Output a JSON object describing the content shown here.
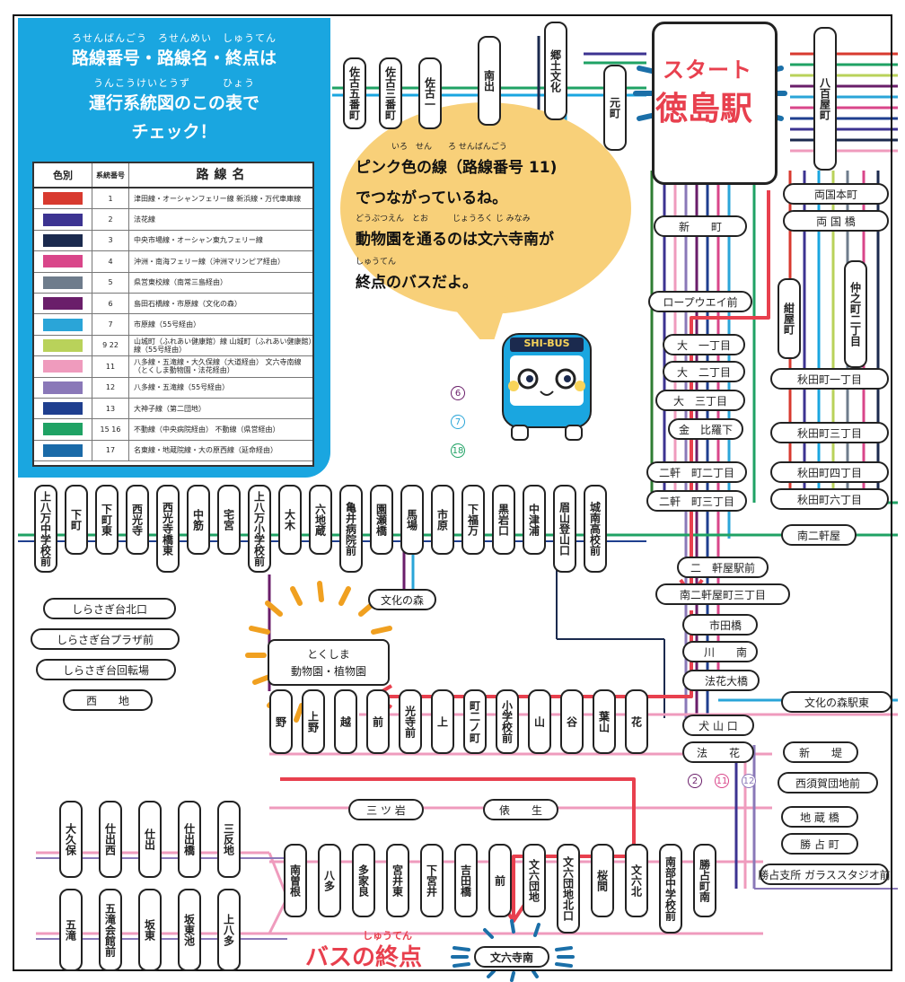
{
  "info_box": {
    "ruby1": "ろせんばんごう　ろせんめい　しゅうてん",
    "line1": "路線番号・路線名・終点は",
    "ruby2": "うんこうけいとうず　　　ひょう",
    "line2": "運行系統図のこの表で",
    "line3": "チェック！"
  },
  "legend": {
    "headers": {
      "color": "色別",
      "number": "系統番号",
      "name": "路線名"
    },
    "rows": [
      {
        "color": "#d83a2f",
        "number": "1",
        "name": "津田線・オーシャンフェリー線 新浜線・万代車庫線"
      },
      {
        "color": "#3c3391",
        "number": "2",
        "name": "法花線"
      },
      {
        "color": "#1b2a4e",
        "number": "3",
        "name": "中央市場線・オーシャン東九フェリー線"
      },
      {
        "color": "#d9468a",
        "number": "4",
        "name": "沖洲・南海フェリー線（沖洲マリンピア経由）"
      },
      {
        "color": "#6e7c8c",
        "number": "5",
        "name": "県営東校線（南常三島経由）"
      },
      {
        "color": "#6a1e6a",
        "number": "6",
        "name": "島田石橋線・市原線（文化の森）"
      },
      {
        "color": "#2aa5d8",
        "number": "7",
        "name": "市原線（55号経由）"
      },
      {
        "color": "#b9d25a",
        "number": "9 22",
        "name": "山城町（ふれあい健康館）線 山城町（ふれあい健康館）線（55号経由）"
      },
      {
        "color": "#ef9bbd",
        "number": "11",
        "name": "八多線・五滝線・大久保線（大道経由） 文六寺南線（とくしま動物園・法花経由）"
      },
      {
        "color": "#8a78b8",
        "number": "12",
        "name": "八多線・五滝線（55号経由）"
      },
      {
        "color": "#1f3f8f",
        "number": "13",
        "name": "大神子線（第二団地）"
      },
      {
        "color": "#1fa264",
        "number": "15 16",
        "name": "不動線（中央病院経由） 不動線（県営経由）"
      },
      {
        "color": "#1a6aa8",
        "number": "17",
        "name": "名東線・地蔵院線・大の原西線（延命経由）"
      }
    ]
  },
  "bubble": {
    "ruby1": "いろ　せん　　ろ せんばんごう",
    "line1": "ピンク色の線（路線番号 11)",
    "line2": "でつながっているね。",
    "ruby3": "どうぶつえん　とお　　　じょうろく じ みなみ",
    "line3": "動物園を通るのは文六寺南が",
    "ruby4": "しゅうてん",
    "line4": "終点のバスだよ。"
  },
  "mascot": {
    "sign": "SHI-BUS"
  },
  "start": {
    "label": "スタート",
    "station": "徳島駅"
  },
  "end": {
    "ruby": "しゅうてん",
    "label": "バスの終点",
    "stop": "文六寺南"
  },
  "zoo": {
    "line1": "とくしま",
    "line2": "動物園・植物園"
  },
  "route_nums": {
    "n6": "6",
    "n7": "7",
    "n18": "18",
    "n2": "2",
    "n11": "11",
    "n12": "12"
  },
  "right_stops": [
    "両国本町",
    "両 国 橋",
    "新　　町",
    "ロープウエイ前",
    "大　一丁目",
    "大　二丁目",
    "大　三丁目",
    "金　比羅下",
    "二軒　町二丁目",
    "二軒　町三丁目",
    "南二軒屋",
    "二　軒屋駅前",
    "南二軒屋町三丁目",
    "　市田橋",
    "　川　　南",
    "　法花大橋",
    "犬 山 口",
    "法　　花"
  ],
  "right_col_stops": [
    "秋田町一丁目",
    "秋田町三丁目",
    "秋田町四丁目",
    "秋田町六丁目",
    "文化の森駅東",
    "新　　堤",
    "西須賀団地前",
    "地 蔵 橋",
    "勝 占 町",
    "勝占支所 ガラススタジオ前"
  ],
  "top_stops": [
    "佐古五番町",
    "佐古三番町",
    "佐古一",
    "南出",
    "郷土文化",
    "元町",
    "八百屋町",
    "紺屋町",
    "仲之町二丁目"
  ],
  "middle_stops": [
    "上八万中学校前",
    "下町",
    "下町東",
    "西光寺",
    "西光寺橋東",
    "中筋",
    "宅宮",
    "上八万小学校前",
    "大木",
    "六地蔵",
    "亀井病院前",
    "園瀬橋",
    "馬場",
    "市原",
    "下福万",
    "黒岩口",
    "中津浦",
    "眉山登山口",
    "城南高校前"
  ],
  "left_stops": [
    "しらさぎ台北口",
    "しらさぎ台プラザ前",
    "しらさぎ台回転場",
    "西　　地",
    "文化の森"
  ],
  "lower_stops": [
    "野",
    "上野",
    "越",
    "前",
    "光寺前",
    "上",
    "町二ノ町",
    "小学校前",
    "山",
    "谷",
    "葉山",
    "花",
    "三 ツ 岩",
    "俵　　生"
  ],
  "bottom_stops": [
    "大久保",
    "仕出西",
    "仕出",
    "仕出橋",
    "三反地",
    "五滝",
    "五滝会館前",
    "坂東",
    "坂東池",
    "上八多",
    "南曽根",
    "八多",
    "多家良",
    "宮井東",
    "下宮井",
    "吉田橋",
    "前",
    "文六団地",
    "文六団地北口",
    "桜間",
    "文六北",
    "南部中学校前",
    "勝占町南"
  ]
}
